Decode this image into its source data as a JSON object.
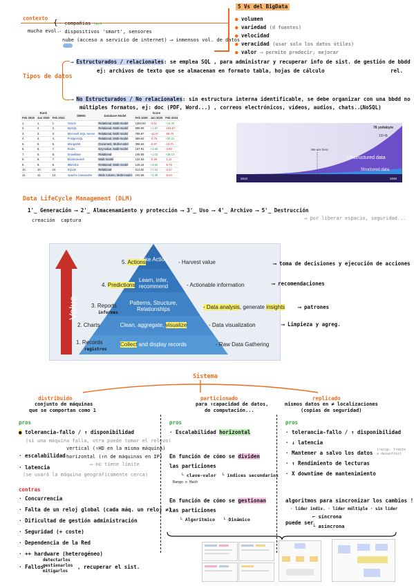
{
  "contexto": {
    "title": "contexto",
    "mucha_evol": "mucha evol.",
    "item1": "compañías",
    "item1_note": "tech",
    "item2": "dispositivos 'smart', sensores",
    "item3": "nube (acceso a servicio de internet)",
    "result": "inmensos vol. de datos"
  },
  "vs": {
    "title": "5 Vs del BigData",
    "items": [
      {
        "label": "volumen",
        "note": ""
      },
      {
        "label": "variedad",
        "note": "(d fuentes)"
      },
      {
        "label": "velocidad",
        "note": ""
      },
      {
        "label": "veracidad",
        "note": "(usar solo los datos útiles)"
      },
      {
        "label": "valor",
        "note": "permite predecir, mejorar"
      }
    ]
  },
  "tipos": {
    "title": "Tipos de datos",
    "estructurados_label": "Estructurados / relacionales",
    "estructurados_text": ": se emplea SQL , para administrar y recuperar info de sist. de gestión de bbdd",
    "estructurados_ej": "ej: archivos de texto que se almacenan en formato tabla, hojas de cálculo",
    "estructurados_rel": "rel.",
    "no_estructurados_label": "No Estructurados / No relacionales",
    "no_estructurados_text": ": sin estructura interna identificable, se debe organizar con una bbdd no rel",
    "no_estructurados_line2": "múltiples formatos, ej: doc (PDF, Word...) , correos electrónicos, vídeos, audios, chats...",
    "nosql": "(NoSQL)"
  },
  "db_table": {
    "rank_header": "Rank",
    "score_header": "Score",
    "sub_headers": [
      "Feb 2025",
      "Jan 2025",
      "Feb 2024",
      "DBMS",
      "Database Model",
      "Feb 2025",
      "Jan 2025",
      "Feb 2024"
    ],
    "rows": [
      {
        "r1": "1.",
        "r2": "1.",
        "r3": "1.",
        "name": "Oracle",
        "model": "Relational, Multi-model",
        "s1": "1254.82",
        "s2": "-3.61",
        "s3": "+13.39"
      },
      {
        "r1": "2.",
        "r2": "2.",
        "r3": "2.",
        "name": "MySQL",
        "model": "Relational, Multi-model",
        "s1": "999.99",
        "s2": "+1.97",
        "s3": "-106.67"
      },
      {
        "r1": "3.",
        "r2": "3.",
        "r3": "3.",
        "name": "Microsoft SQL Server",
        "model": "Relational, Multi-model",
        "s1": "786.87",
        "s2": "-11.67",
        "s3": "-66.70"
      },
      {
        "r1": "4.",
        "r2": "4.",
        "r3": "4.",
        "name": "PostgreSQL",
        "model": "Relational, Multi-model",
        "s1": "659.62",
        "s2": "-3.79",
        "s3": "+30.21"
      },
      {
        "r1": "5.",
        "r2": "5.",
        "r3": "5.",
        "name": "MongoDB",
        "model": "Document, Multi-model",
        "s1": "396.63",
        "s2": "-5.87",
        "s3": "-13.71"
      },
      {
        "r1": "6.",
        "r2": "6.",
        "r3": "7.",
        "name": "Redis",
        "model": "Key-value, Multi-model",
        "s1": "157.91",
        "s2": "+4.55",
        "s3": "-3.80"
      },
      {
        "r1": "7.",
        "r2": "6.",
        "r3": "9.",
        "name": "Snowflake",
        "model": "Relational",
        "s1": "155.58",
        "s2": "+1.03",
        "s3": "+28.13"
      },
      {
        "r1": "8.",
        "r2": "8.",
        "r3": "7.",
        "name": "Elasticsearch",
        "model": "Multi-model",
        "s1": "134.63",
        "s2": "-0.29",
        "s3": "-1.11"
      },
      {
        "r1": "9.",
        "r2": "9.",
        "r3": "8.",
        "name": "IBM Db2",
        "model": "Relational, Multi-model",
        "s1": "125.44",
        "s2": "+3.66",
        "s3": "-6.79"
      },
      {
        "r1": "10.",
        "r2": "10.",
        "r3": "10.",
        "name": "SQLite",
        "model": "Relational",
        "s1": "113.82",
        "s2": "+7.15",
        "s3": "-3.47"
      },
      {
        "r1": "11.",
        "r2": "11.",
        "r3": "12.",
        "name": "Apache Cassandra",
        "model": "Wide column, Multi-model",
        "s1": "102.58",
        "s2": "+3.39",
        "s3": "-6.04"
      }
    ]
  },
  "chart_data": {
    "type": "area",
    "title": "",
    "top_label": "78 yottabyte",
    "top_label2": "10²⁴B",
    "now_label": "We are here",
    "series": [
      {
        "name": "Unstructured data",
        "values": []
      },
      {
        "name": "Structured data",
        "values": []
      }
    ],
    "x_start": "2010",
    "x_end": "2030",
    "colors": {
      "unstructured": "#6a4fc8",
      "structured": "#3a8de0"
    }
  },
  "dlm": {
    "title": "Data LifeCycle Management (DLM)",
    "steps": [
      "1'_ Generación",
      "2'_ Almacenamiento y protección",
      "3'_ Uso",
      "4'_ Archivo",
      "5'_ Destrucción"
    ],
    "gen_sub1": "creación",
    "gen_sub2": "captura",
    "destruccion_note": "por liberar espacio, seguridad..."
  },
  "pyramid": {
    "value_label": "Value",
    "levels": [
      {
        "left": "5.",
        "left_hl": "Actions",
        "inside": "Take Action",
        "right": "- Harvest value",
        "note": "toma de decisiones y ejecución de acciones"
      },
      {
        "left": "4.",
        "left_hl": "Predictions",
        "inside": "Learn, infer, recommend",
        "right": "- Actionable information",
        "note": "recomendaciones"
      },
      {
        "left": "3. Reports",
        "left_sub": "informes",
        "inside": "Patterns, Structure, Relationships",
        "right_hl1": "- Data analysis",
        "right_mid": ", generate ",
        "right_hl2": "insights",
        "note": "patrones"
      },
      {
        "left": "2. Charts",
        "inside": "Clean, aggregate, ",
        "inside_hl": "visualize",
        "right": "- Data visualization",
        "note": "Limpieza y agreg."
      },
      {
        "left": "1. Records",
        "left_sub": "registros",
        "inside_hl": "Collect",
        "inside": " and display records",
        "right": "- Raw Data Gathering",
        "note": ""
      }
    ]
  },
  "sistema": {
    "title": "Sistema",
    "distribuido": {
      "title": "distribuido",
      "sub1": "conjunto de máquinas",
      "sub2": "que se comportan como 1",
      "pros_title": "pros",
      "pros": [
        {
          "main": "tolerancia-fallo / ↑ disponibilidad",
          "sub": "(si una máquina falla, otra puede tomar el relevo)"
        },
        {
          "main": "escalabilidad",
          "vert": "vertical (↑HD en la misma máquina)",
          "horiz": "horizontal (↑n de máquinas en IP)",
          "horiz_note": "no tiene límite"
        },
        {
          "main": "latencia",
          "sub": "(se usará la máquina geográficamente cerca)"
        }
      ],
      "contras_title": "contras",
      "contras": [
        "Concurrencia",
        "Falta de un reloj global (cada máq. un reloj ≠)",
        "Dificultad de gestión administración",
        "Seguridad (+ coste)",
        "Dependencia de la Red",
        "++ hardware (heterogéneo)"
      ],
      "fallos_label": "Fallos",
      "fallos_opts": [
        "detectarlos",
        "gestionarlos",
        "mitigarlos"
      ],
      "fallos_rest": ", recuperar el sist."
    },
    "particionado": {
      "title": "particionado",
      "sub1": "para ↑capacidad de datos,",
      "sub2": "de computación...",
      "pros_title": "pros",
      "pro1_pre": "Escalabilidad",
      "pro1_hl": "horizontal",
      "divide_text1": "En función de cómo se",
      "divide_hl": "dividen",
      "divide_text2": "las particiones",
      "divide_opt1": "clave-valor",
      "divide_opt2": "índices secundarios",
      "rango_note": "Rango o Hash",
      "gestion_text1": "En función de cómo se",
      "gestion_hl": "gestionan",
      "gestion_text2": "las particiones",
      "gestion_opt1": "Algorítmico",
      "gestion_opt2": "Dinámico"
    },
    "replicado": {
      "title": "replicado",
      "sub1": "mismos datos en ≠ localizaciones",
      "sub2": "(copias de seguridad)",
      "pros_title": "pros",
      "pros": [
        "tolerancia-fallo / ↑ disponibilidad",
        "↓ latencia",
        "Mantener a salvo los datos",
        "↑ Rendimiento de lecturas",
        "X downtime de mantenimiento"
      ],
      "datos_note": "(recup. frente a desastres)",
      "algo_title": "algoritmos para sincronizar los cambios !",
      "algo_opts": "· líder indiv.  · líder múltiple · sin líder",
      "puede_ser": "puede ser",
      "sync1": "síncrona",
      "sync2": "asíncrona"
    }
  }
}
